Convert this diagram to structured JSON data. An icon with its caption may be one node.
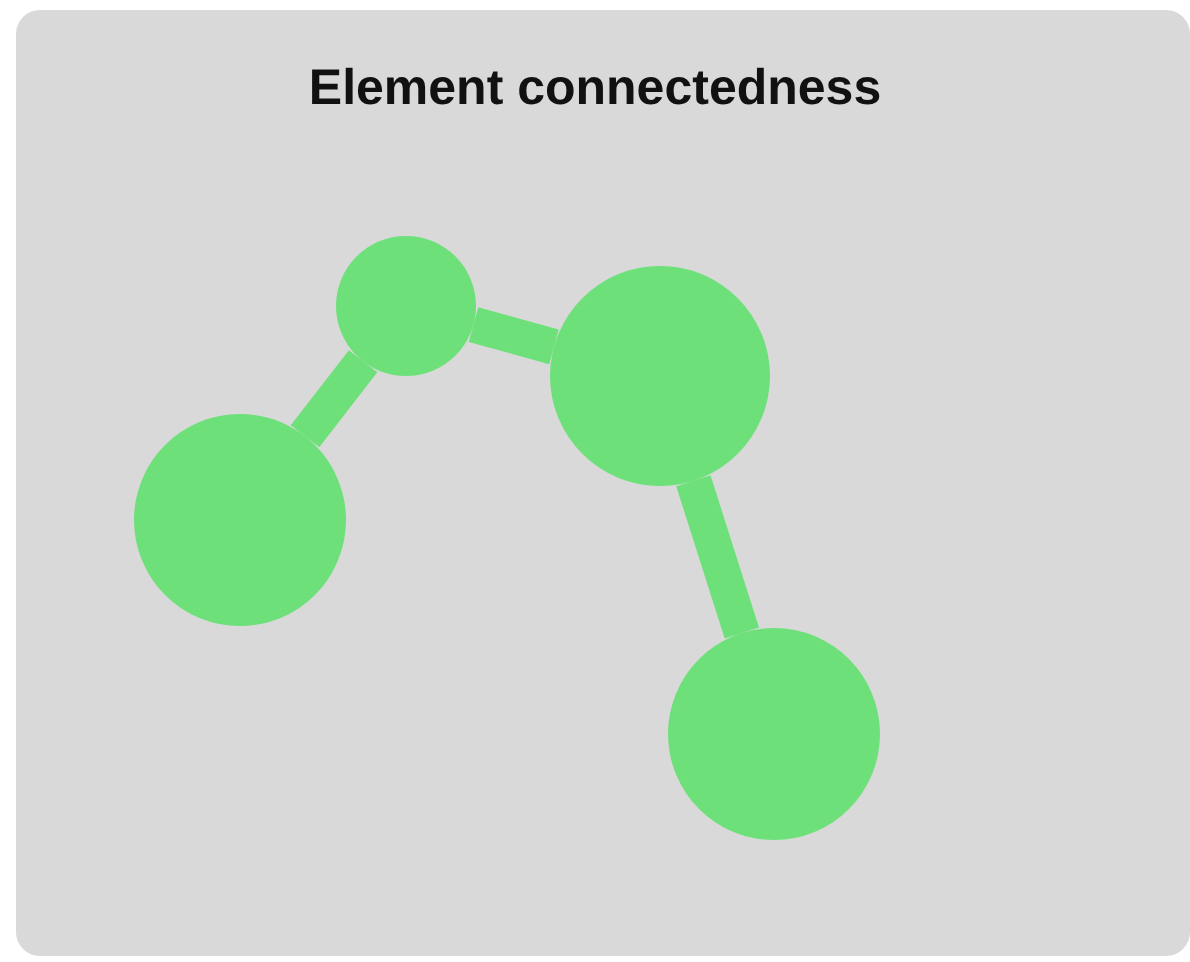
{
  "diagram": {
    "title": "Element connectedness",
    "nodes": [
      {
        "text": [],
        "shape": "circle"
      },
      {
        "text": [],
        "shape": "circle"
      },
      {
        "text": [],
        "shape": "circle"
      },
      {
        "text": [],
        "shape": "circle"
      }
    ],
    "edges": [
      {
        "from": 0,
        "to": 1,
        "arrow": "none"
      },
      {
        "from": 1,
        "to": 2,
        "arrow": "none"
      },
      {
        "from": 2,
        "to": 3,
        "arrow": "none"
      }
    ]
  }
}
